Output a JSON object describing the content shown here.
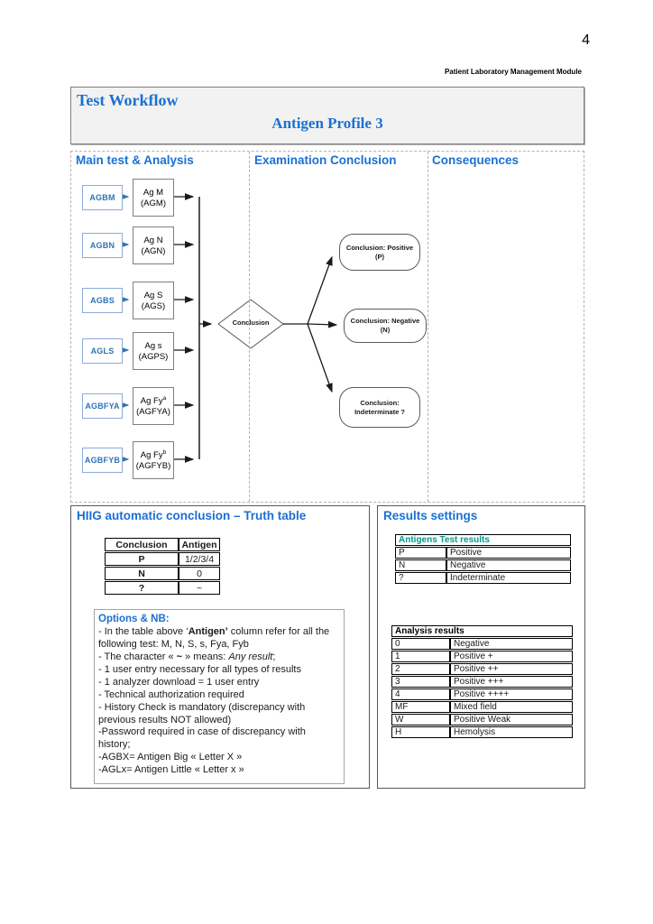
{
  "page": {
    "number": "4",
    "module_label": "Patient Laboratory Management Module"
  },
  "header": {
    "title": "Test Workflow",
    "subtitle": "Antigen Profile 3"
  },
  "workflow": {
    "columns": [
      "Main test & Analysis",
      "Examination Conclusion",
      "Consequences"
    ],
    "rows": [
      {
        "code": "AGBM",
        "test": "Ag M",
        "sup": "",
        "abbr": "(AGM)"
      },
      {
        "code": "AGBN",
        "test": "Ag N",
        "sup": "",
        "abbr": "(AGN)"
      },
      {
        "code": "AGBS",
        "test": "Ag S",
        "sup": "",
        "abbr": "(AGS)"
      },
      {
        "code": "AGLS",
        "test": "Ag s",
        "sup": "",
        "abbr": "(AGPS)"
      },
      {
        "code": "AGBFYA",
        "test": "Ag Fy",
        "sup": "a",
        "abbr": "(AGFYA)"
      },
      {
        "code": "AGBFYB",
        "test": "Ag Fy",
        "sup": "b",
        "abbr": "(AGFYB)"
      }
    ],
    "decision": "Conclusion",
    "outcomes": [
      {
        "line1": "Conclusion: Positive",
        "line2": "(P)"
      },
      {
        "line1": "Conclusion: Negative",
        "line2": "(N)"
      },
      {
        "line1": "Conclusion:",
        "line2": "Indeterminate ?"
      }
    ]
  },
  "truth": {
    "title": "HIIG automatic conclusion – Truth table",
    "headers": [
      "Conclusion",
      "Antigen"
    ],
    "rows": [
      [
        "P",
        "1/2/3/4"
      ],
      [
        "N",
        "0"
      ],
      [
        "?",
        "~"
      ]
    ]
  },
  "options": {
    "title": "Options & NB:",
    "lines": [
      [
        {
          "t": "- In the table above ‘"
        },
        {
          "t": "Antigen’",
          "s": "b"
        },
        {
          "t": " column refer for all the following test: M, N, S, s, Fya, Fyb"
        }
      ],
      [
        {
          "t": "- The character « "
        },
        {
          "t": "~",
          "s": "b"
        },
        {
          "t": " » means: "
        },
        {
          "t": "Any result",
          "s": "i"
        },
        {
          "t": ";"
        }
      ],
      [
        {
          "t": "- 1 user entry necessary for all types of results"
        }
      ],
      [
        {
          "t": "- 1 analyzer download = 1 user entry"
        }
      ],
      [
        {
          "t": "- Technical authorization required"
        }
      ],
      [
        {
          "t": "- History Check is mandatory (discrepancy with previous results NOT allowed)"
        }
      ],
      [
        {
          "t": "-Password required in case of discrepancy with history;"
        }
      ],
      [
        {
          "t": "-AGBX= Antigen Big « Letter X »"
        }
      ],
      [
        {
          "t": "-AGLx= Antigen Little « Letter x »"
        }
      ]
    ]
  },
  "results": {
    "title": "Results settings",
    "antigens": {
      "header": "Antigens Test results",
      "rows": [
        [
          "P",
          "Positive"
        ],
        [
          "N",
          "Negative"
        ],
        [
          "?",
          "Indeterminate"
        ]
      ]
    },
    "analysis": {
      "header": "Analysis results",
      "rows": [
        [
          "0",
          "Negative"
        ],
        [
          "1",
          "Positive +"
        ],
        [
          "2",
          "Positive ++"
        ],
        [
          "3",
          "Positive +++"
        ],
        [
          "4",
          "Positive ++++"
        ],
        [
          "MF",
          "Mixed field"
        ],
        [
          "W",
          "Positive Weak"
        ],
        [
          "H",
          "Hemolysis"
        ]
      ]
    }
  },
  "colors": {
    "heading_blue": "#1b70d2",
    "flow_box_blue_text": "#2e74b5",
    "flow_box_blue_border": "#8faadc",
    "antigens_header_teal": "#00998c",
    "header_box_fill": "#f2f2f2"
  }
}
